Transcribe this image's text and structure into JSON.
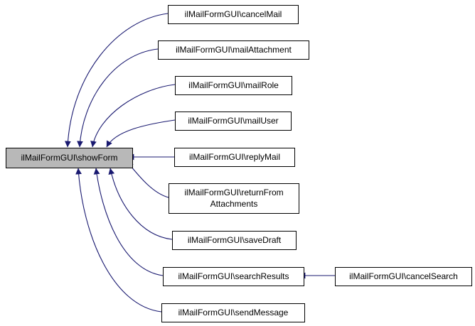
{
  "colors": {
    "edge": "#191970",
    "node-border": "#000000",
    "node-fill": "#ffffff",
    "current-node-fill": "#b8b8b8"
  },
  "nodes": {
    "showForm": {
      "label": "ilMailFormGUI\\showForm",
      "current": true
    },
    "cancelMail": {
      "label": "ilMailFormGUI\\cancelMail"
    },
    "mailAttachment": {
      "label": "ilMailFormGUI\\mailAttachment"
    },
    "mailRole": {
      "label": "ilMailFormGUI\\mailRole"
    },
    "mailUser": {
      "label": "ilMailFormGUI\\mailUser"
    },
    "replyMail": {
      "label": "ilMailFormGUI\\replyMail"
    },
    "returnFromAttachments": {
      "label": "ilMailFormGUI\\returnFrom Attachments"
    },
    "saveDraft": {
      "label": "ilMailFormGUI\\saveDraft"
    },
    "searchResults": {
      "label": "ilMailFormGUI\\searchResults"
    },
    "sendMessage": {
      "label": "ilMailFormGUI\\sendMessage"
    },
    "cancelSearch": {
      "label": "ilMailFormGUI\\cancelSearch"
    }
  },
  "edges": [
    {
      "from": "cancelMail",
      "to": "showForm"
    },
    {
      "from": "mailAttachment",
      "to": "showForm"
    },
    {
      "from": "mailRole",
      "to": "showForm"
    },
    {
      "from": "mailUser",
      "to": "showForm"
    },
    {
      "from": "replyMail",
      "to": "showForm"
    },
    {
      "from": "returnFromAttachments",
      "to": "showForm"
    },
    {
      "from": "saveDraft",
      "to": "showForm"
    },
    {
      "from": "searchResults",
      "to": "showForm"
    },
    {
      "from": "sendMessage",
      "to": "showForm"
    },
    {
      "from": "cancelSearch",
      "to": "searchResults"
    }
  ]
}
